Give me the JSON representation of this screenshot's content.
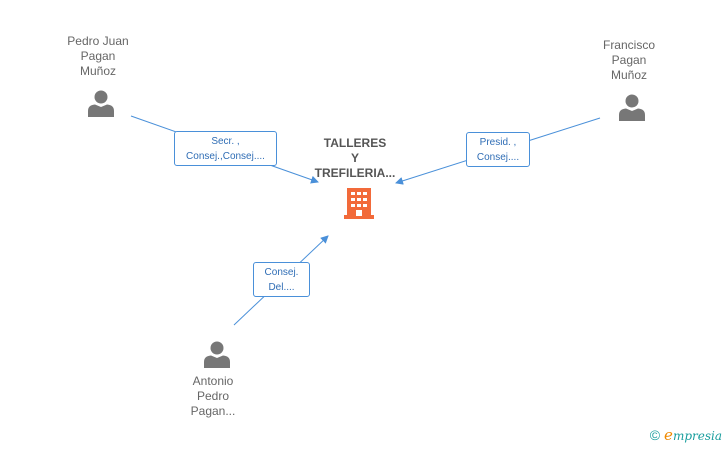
{
  "company": {
    "lines": [
      "TALLERES",
      "Y",
      "TREFILERIA..."
    ],
    "color": "#f26a3a"
  },
  "people": [
    {
      "id": "p1",
      "lines": [
        "Pedro Juan",
        "Pagan",
        "Muñoz"
      ]
    },
    {
      "id": "p2",
      "lines": [
        "Francisco",
        "Pagan",
        "Muñoz"
      ]
    },
    {
      "id": "p3",
      "lines": [
        "Antonio",
        "Pedro",
        "Pagan..."
      ]
    }
  ],
  "relations": [
    {
      "from": "p1",
      "lines": [
        "Secr. ,",
        "Consej.,Consej...."
      ]
    },
    {
      "from": "p2",
      "lines": [
        "Presid. ,",
        "Consej...."
      ]
    },
    {
      "from": "p3",
      "lines": [
        "Consej.",
        "Del...."
      ]
    }
  ],
  "footer": {
    "copyright": "©",
    "brand_initial": "e",
    "brand_rest": "mpresia"
  },
  "colors": {
    "edge": "#4a90d9",
    "person": "#777777",
    "text": "#666666"
  }
}
